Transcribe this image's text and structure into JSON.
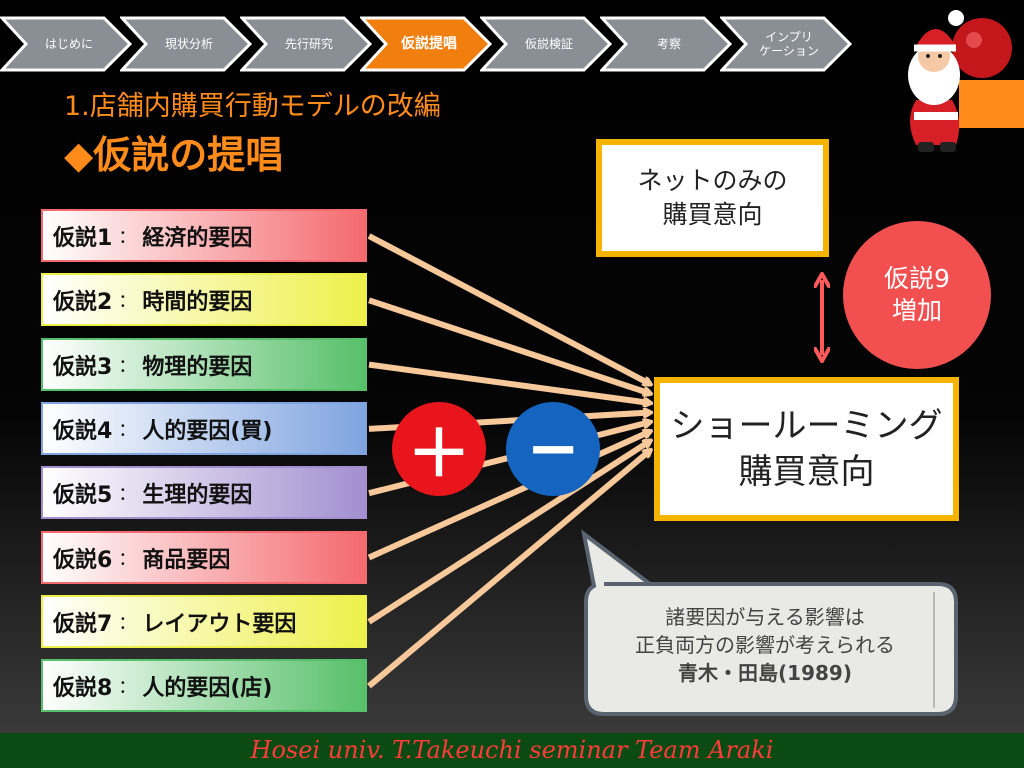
{
  "nav_steps": [
    {
      "label": "はじめに",
      "active": false
    },
    {
      "label": "現状分析",
      "active": false
    },
    {
      "label": "先行研究",
      "active": false
    },
    {
      "label": "仮説提唱",
      "active": true
    },
    {
      "label": "仮説検証",
      "active": false
    },
    {
      "label": "考察",
      "active": false
    },
    {
      "label": "インプリ\nケーション",
      "active": false
    }
  ],
  "heading": {
    "section": "1.店舗内購買行動モデルの改編",
    "title": "◆仮説の提唱"
  },
  "hypotheses": [
    {
      "id": "仮説1",
      "sep": "：",
      "label": "経済的要因",
      "color": "#f46a6f"
    },
    {
      "id": "仮説2",
      "sep": "：",
      "label": "時間的要因",
      "color": "#eef04a"
    },
    {
      "id": "仮説3",
      "sep": "：",
      "label": "物理的要因",
      "color": "#57c06a"
    },
    {
      "id": "仮説4",
      "sep": "：",
      "label": "人的要因(買)",
      "color": "#7fa4e0"
    },
    {
      "id": "仮説5",
      "sep": "：",
      "label": "生理的要因",
      "color": "#a38fd0"
    },
    {
      "id": "仮説6",
      "sep": "：",
      "label": "商品要因",
      "color": "#f46a6f"
    },
    {
      "id": "仮説7",
      "sep": "：",
      "label": "レイアウト要因",
      "color": "#eef04a"
    },
    {
      "id": "仮説8",
      "sep": "：",
      "label": "人的要因(店)",
      "color": "#57c06a"
    }
  ],
  "net_only_box": {
    "line1": "ネットのみの",
    "line2": "購買意向"
  },
  "showrooming_box": {
    "line1": "ショールーミング",
    "line2": "購買意向"
  },
  "hypothesis9": {
    "line1": "仮説9",
    "line2": "増加"
  },
  "plus_symbol": "＋",
  "minus_symbol": "−",
  "callout": {
    "line1": "諸要因が与える影響は",
    "line2": "正負両方の影響が考えられる",
    "line3": "青木・田島(1989)"
  },
  "footer": "Hosei univ. T.Takeuchi seminar Team Araki",
  "colors": {
    "accent": "#ff8c1a",
    "box_border": "#f6b400",
    "arrow": "#f7c89a",
    "plus": "#e8161c",
    "minus": "#1565c0",
    "h9": "#f25050"
  }
}
